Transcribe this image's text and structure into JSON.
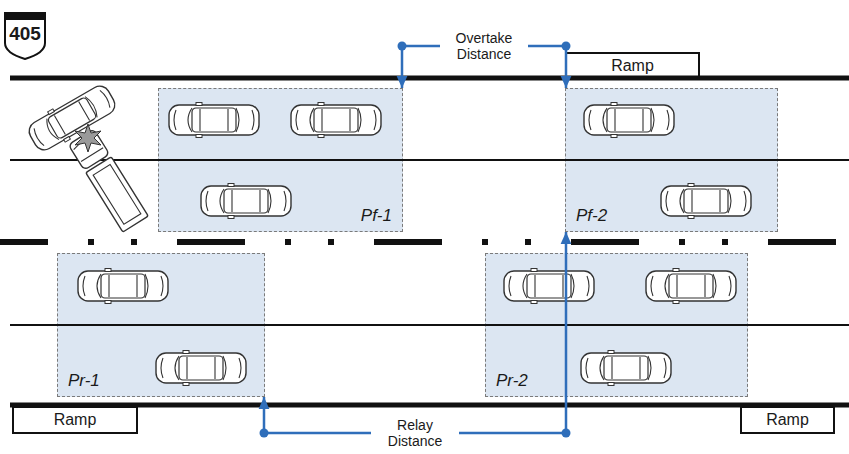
{
  "diagram": {
    "nodes": [
      {
        "text": [
          "405"
        ]
      },
      {
        "text": [
          "Ramp"
        ]
      },
      {
        "text": [
          "Pf-1"
        ]
      },
      {
        "text": [
          "Pf-2"
        ]
      },
      {
        "text": [
          "Pr-1"
        ]
      },
      {
        "text": [
          "Pr-2"
        ]
      },
      {
        "text": [
          "Ramp"
        ]
      },
      {
        "text": [
          "Ramp"
        ]
      }
    ],
    "edges": [
      {
        "from": 2,
        "to": 3,
        "label": "Overtake Distance",
        "arrow": "both"
      },
      {
        "from": 4,
        "to": 3,
        "label": "Relay Distance",
        "arrow": "both"
      }
    ]
  }
}
